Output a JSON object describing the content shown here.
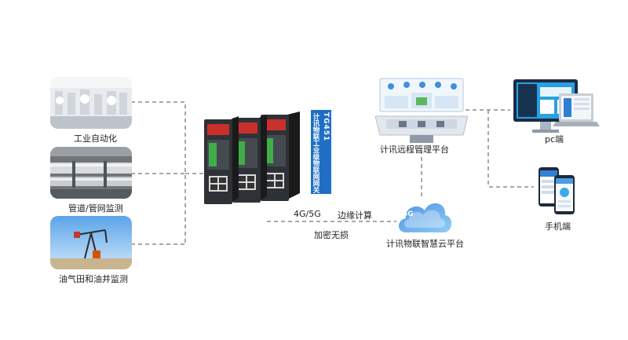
{
  "nodes": {
    "automation": "工业自动化",
    "pipeline": "管道/管网监测",
    "oilfield": "油气田和油井监测",
    "remote_platform": "计讯远程管理平台",
    "cloud_platform": "计讯物联智慧云平台",
    "pc": "pc端",
    "mobile": "手机端"
  },
  "device": {
    "model": "TG451",
    "name": "计讯物联工业级物联网网关"
  },
  "links": {
    "network": "4G/5G",
    "edge": "边缘计算",
    "secure": "加密无损"
  },
  "cloud_badge": "5G",
  "colors": {
    "connector": "#8c8c8c",
    "banner": "#1f6fc6",
    "cloud": "#3a8de0"
  }
}
